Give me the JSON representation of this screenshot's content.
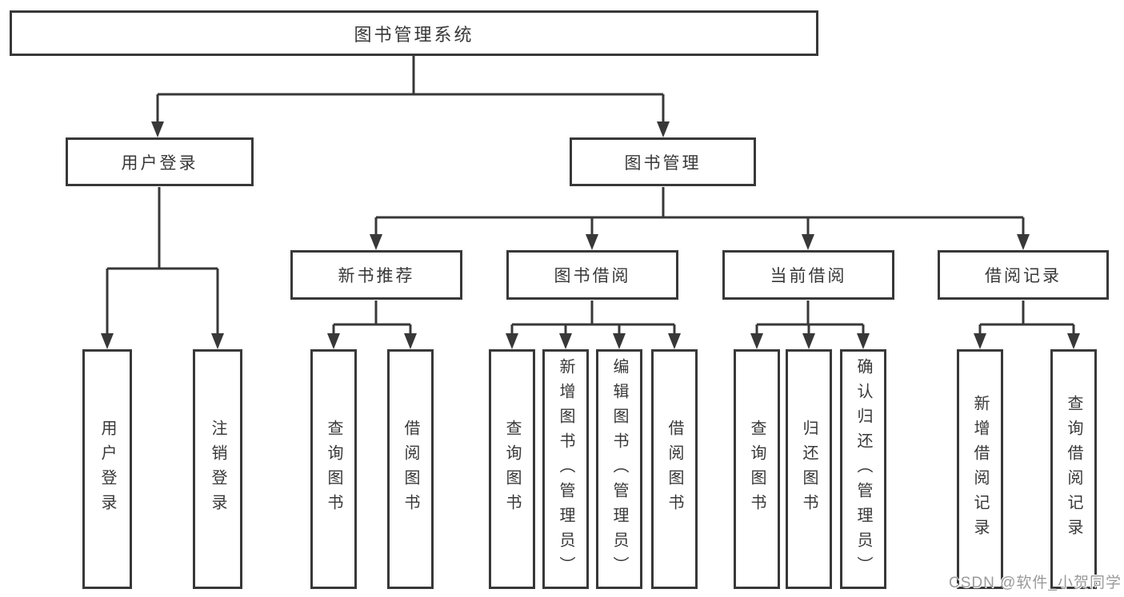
{
  "diagram_type": "hierarchy-tree",
  "tree": {
    "label": "图书管理系统",
    "children": [
      {
        "label": "用户登录",
        "children": [
          {
            "label": "用户登录"
          },
          {
            "label": "注销登录"
          }
        ]
      },
      {
        "label": "图书管理",
        "children": [
          {
            "label": "新书推荐",
            "children": [
              {
                "label": "查询图书"
              },
              {
                "label": "借阅图书"
              }
            ]
          },
          {
            "label": "图书借阅",
            "children": [
              {
                "label": "查询图书"
              },
              {
                "label": "新增图书（管理员）"
              },
              {
                "label": "编辑图书（管理员）"
              },
              {
                "label": "借阅图书"
              }
            ]
          },
          {
            "label": "当前借阅",
            "children": [
              {
                "label": "查询图书"
              },
              {
                "label": "归还图书"
              },
              {
                "label": "确认归还（管理员）"
              }
            ]
          },
          {
            "label": "借阅记录",
            "children": [
              {
                "label": "新增借阅记录"
              },
              {
                "label": "查询借阅记录"
              }
            ]
          }
        ]
      }
    ]
  },
  "watermark": "CSDN @软件_小贺同学",
  "colors": {
    "line": "#383838",
    "border": "#383838",
    "text": "#383838",
    "watermark": "#9a9a9a",
    "background": "#ffffff"
  }
}
